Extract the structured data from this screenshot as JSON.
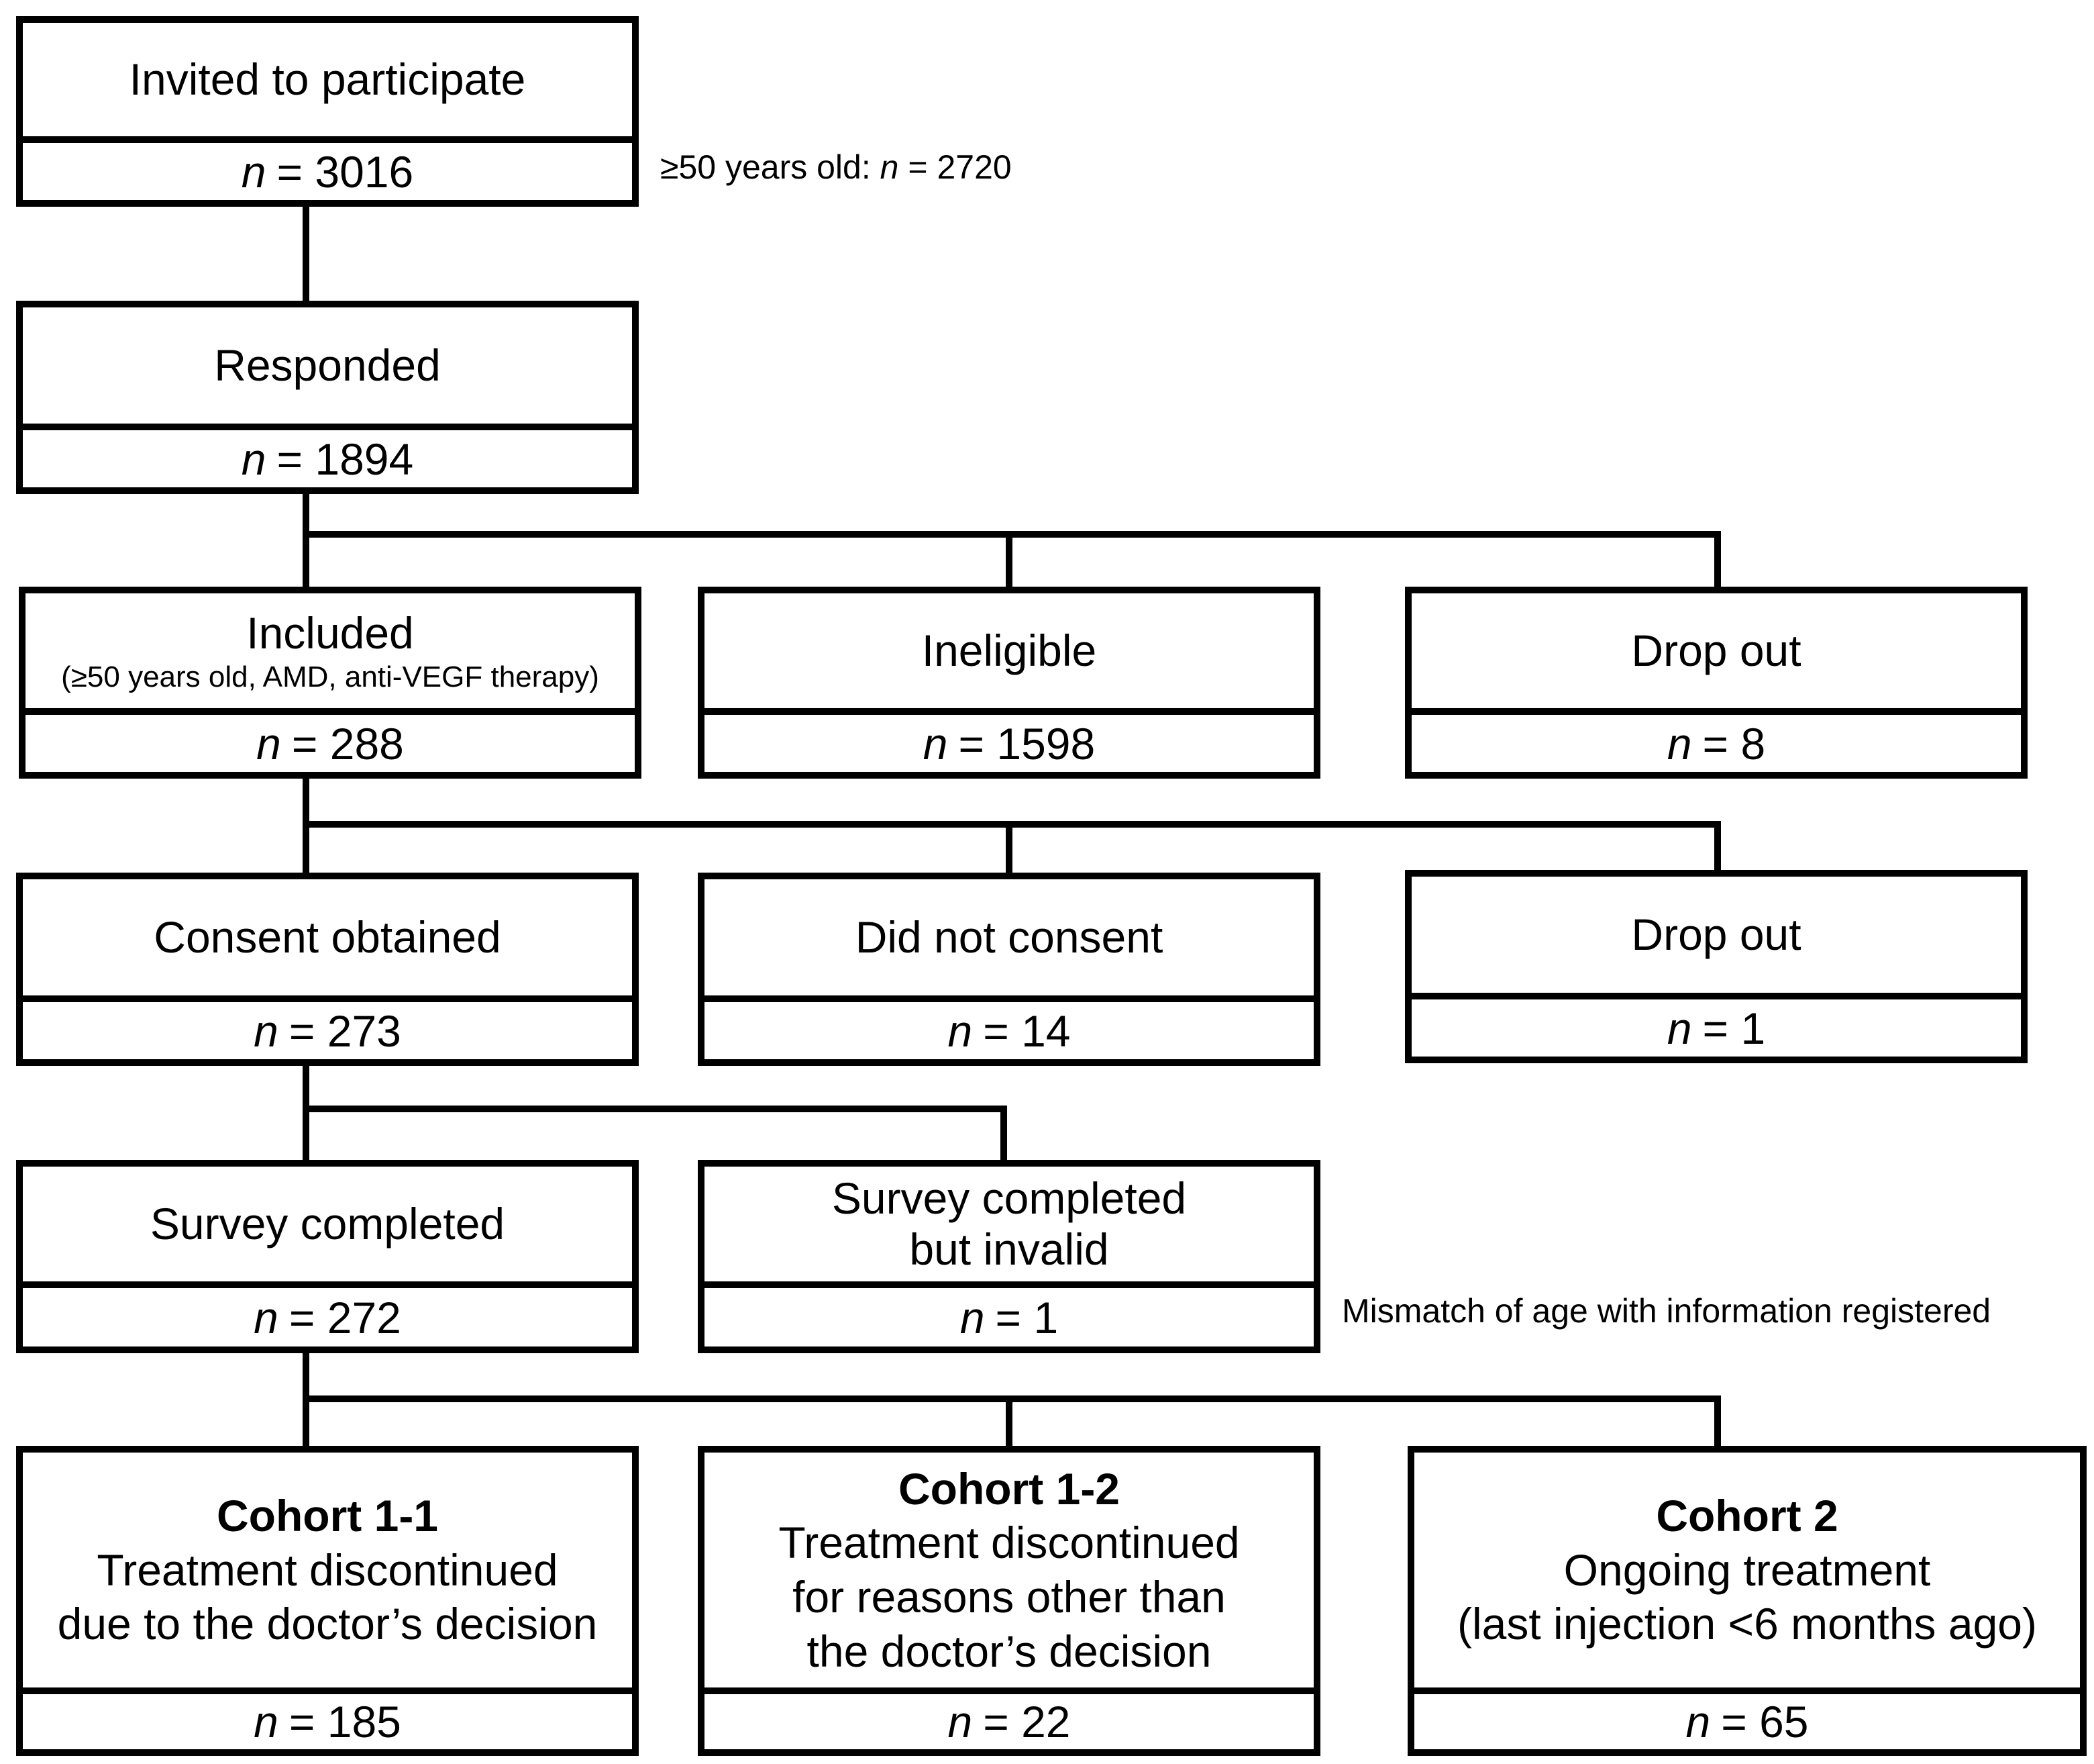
{
  "boxes": {
    "invited": {
      "title": "Invited to participate",
      "n": "3016"
    },
    "responded": {
      "title": "Responded",
      "n": "1894"
    },
    "included": {
      "title": "Included",
      "subtitle": "(≥50 years old, AMD, anti-VEGF therapy)",
      "n": "288"
    },
    "ineligible": {
      "title": "Ineligible",
      "n": "1598"
    },
    "dropout1": {
      "title": "Drop out",
      "n": "8"
    },
    "consent": {
      "title": "Consent obtained",
      "n": "273"
    },
    "noconsent": {
      "title": "Did not consent",
      "n": "14"
    },
    "dropout2": {
      "title": "Drop out",
      "n": "1"
    },
    "survey": {
      "title": "Survey completed",
      "n": "272"
    },
    "invalid": {
      "title1": "Survey completed",
      "title2": "but invalid",
      "n": "1"
    },
    "c11": {
      "name": "Cohort 1-1",
      "l1": "Treatment discontinued",
      "l2": "due to the doctor’s decision",
      "n": "185"
    },
    "c12": {
      "name": "Cohort 1-2",
      "l1": "Treatment discontinued",
      "l2": "for reasons other than",
      "l3": "the doctor’s decision",
      "n": "22"
    },
    "c2": {
      "name": "Cohort 2",
      "l1": "Ongoing treatment",
      "l2": "(last injection <6 months ago)",
      "n": "65"
    }
  },
  "n_label": "n",
  "eq": "=",
  "notes": {
    "age_prefix": "≥50 years old:",
    "age_n": "2720",
    "mismatch": "Mismatch of age with information registered"
  }
}
